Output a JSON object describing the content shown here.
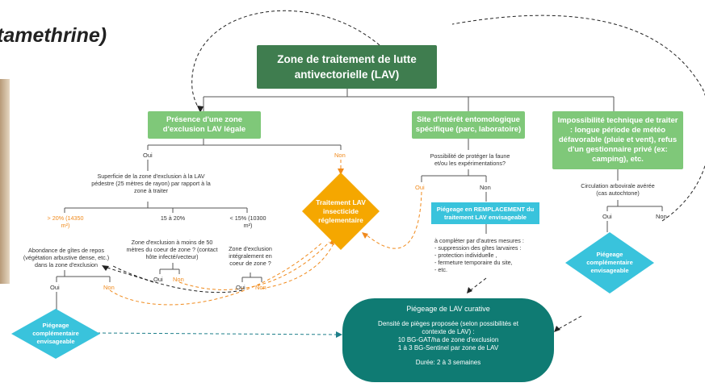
{
  "slide": {
    "title_fragment": "tamethrine)"
  },
  "root": {
    "label": "Zone de traitement de lutte antivectorielle (LAV)"
  },
  "branches": {
    "exclusion": {
      "label": "Présence d'une zone d'exclusion LAV légale",
      "oui": "Oui",
      "non": "Non",
      "question": "Superficie de la zone d'exclusion à la LAV pédestre (25 mètres de rayon) par rapport à la zone à traiter",
      "opt_gt20": "> 20% (14350 m²)",
      "opt_15_20": "15 à 20%",
      "opt_lt15": "< 15% (10300 m²)",
      "q_gt20": "Abondance de gîtes de repos (végétation arbustive dense, etc.) dans la zone d'exclusion",
      "q_15_20": "Zone d'exclusion à moins de 50 mètres du coeur de zone ? (contact hôte infecté/vecteur)",
      "q_lt15": "Zone d'exclusion intégralement en coeur de zone ?",
      "yes": "Oui",
      "no": "Non"
    },
    "site": {
      "label": "Site d'intérêt entomologique spécifique (parc, laboratoire)",
      "question": "Possibilité de protéger la faune et/ou les expérimentations?",
      "oui": "Oui",
      "non": "Non",
      "replacement": "Piégeage en REMPLACEMENT du traitement LAV envisageable",
      "complement_intro": "à compléter par d'autres mesures :",
      "complement_items": [
        "- suppression des gîtes larvaires :",
        "- protection individuelle ,",
        "- fermeture temporaire du site,",
        "- etc."
      ]
    },
    "impossibility": {
      "label": "Impossibilité technique de traiter : longue période de météo défavorable (pluie et vent), refus d'un gestionnaire privé (ex: camping), etc.",
      "question": "Circulation arbovirale avérée (cas autochtone)",
      "oui": "Oui",
      "non": "Non",
      "trap": "Piégeage complémentaire envisageable"
    }
  },
  "decision": {
    "label": "Traitement LAV insecticide réglementaire"
  },
  "left_trap": {
    "label": "Piégeage complémentaire envisageable"
  },
  "curative": {
    "title": "Piégeage de LAV curative",
    "line1": "Densité de pièges proposée (selon possibilités et contexte de LAV) :",
    "line2": "10 BG-GAT/ha de zone d'exclusion",
    "line3": "1 à 3 BG-Sentinel par zone de LAV",
    "duration": "Durée: 2 à 3 semaines"
  },
  "colors": {
    "root": "#3f7d4f",
    "branch": "#7fc879",
    "decision": "#f5a700",
    "trap": "#39c3dc",
    "curative": "#0f7b73",
    "accent": "#f08a1c"
  }
}
